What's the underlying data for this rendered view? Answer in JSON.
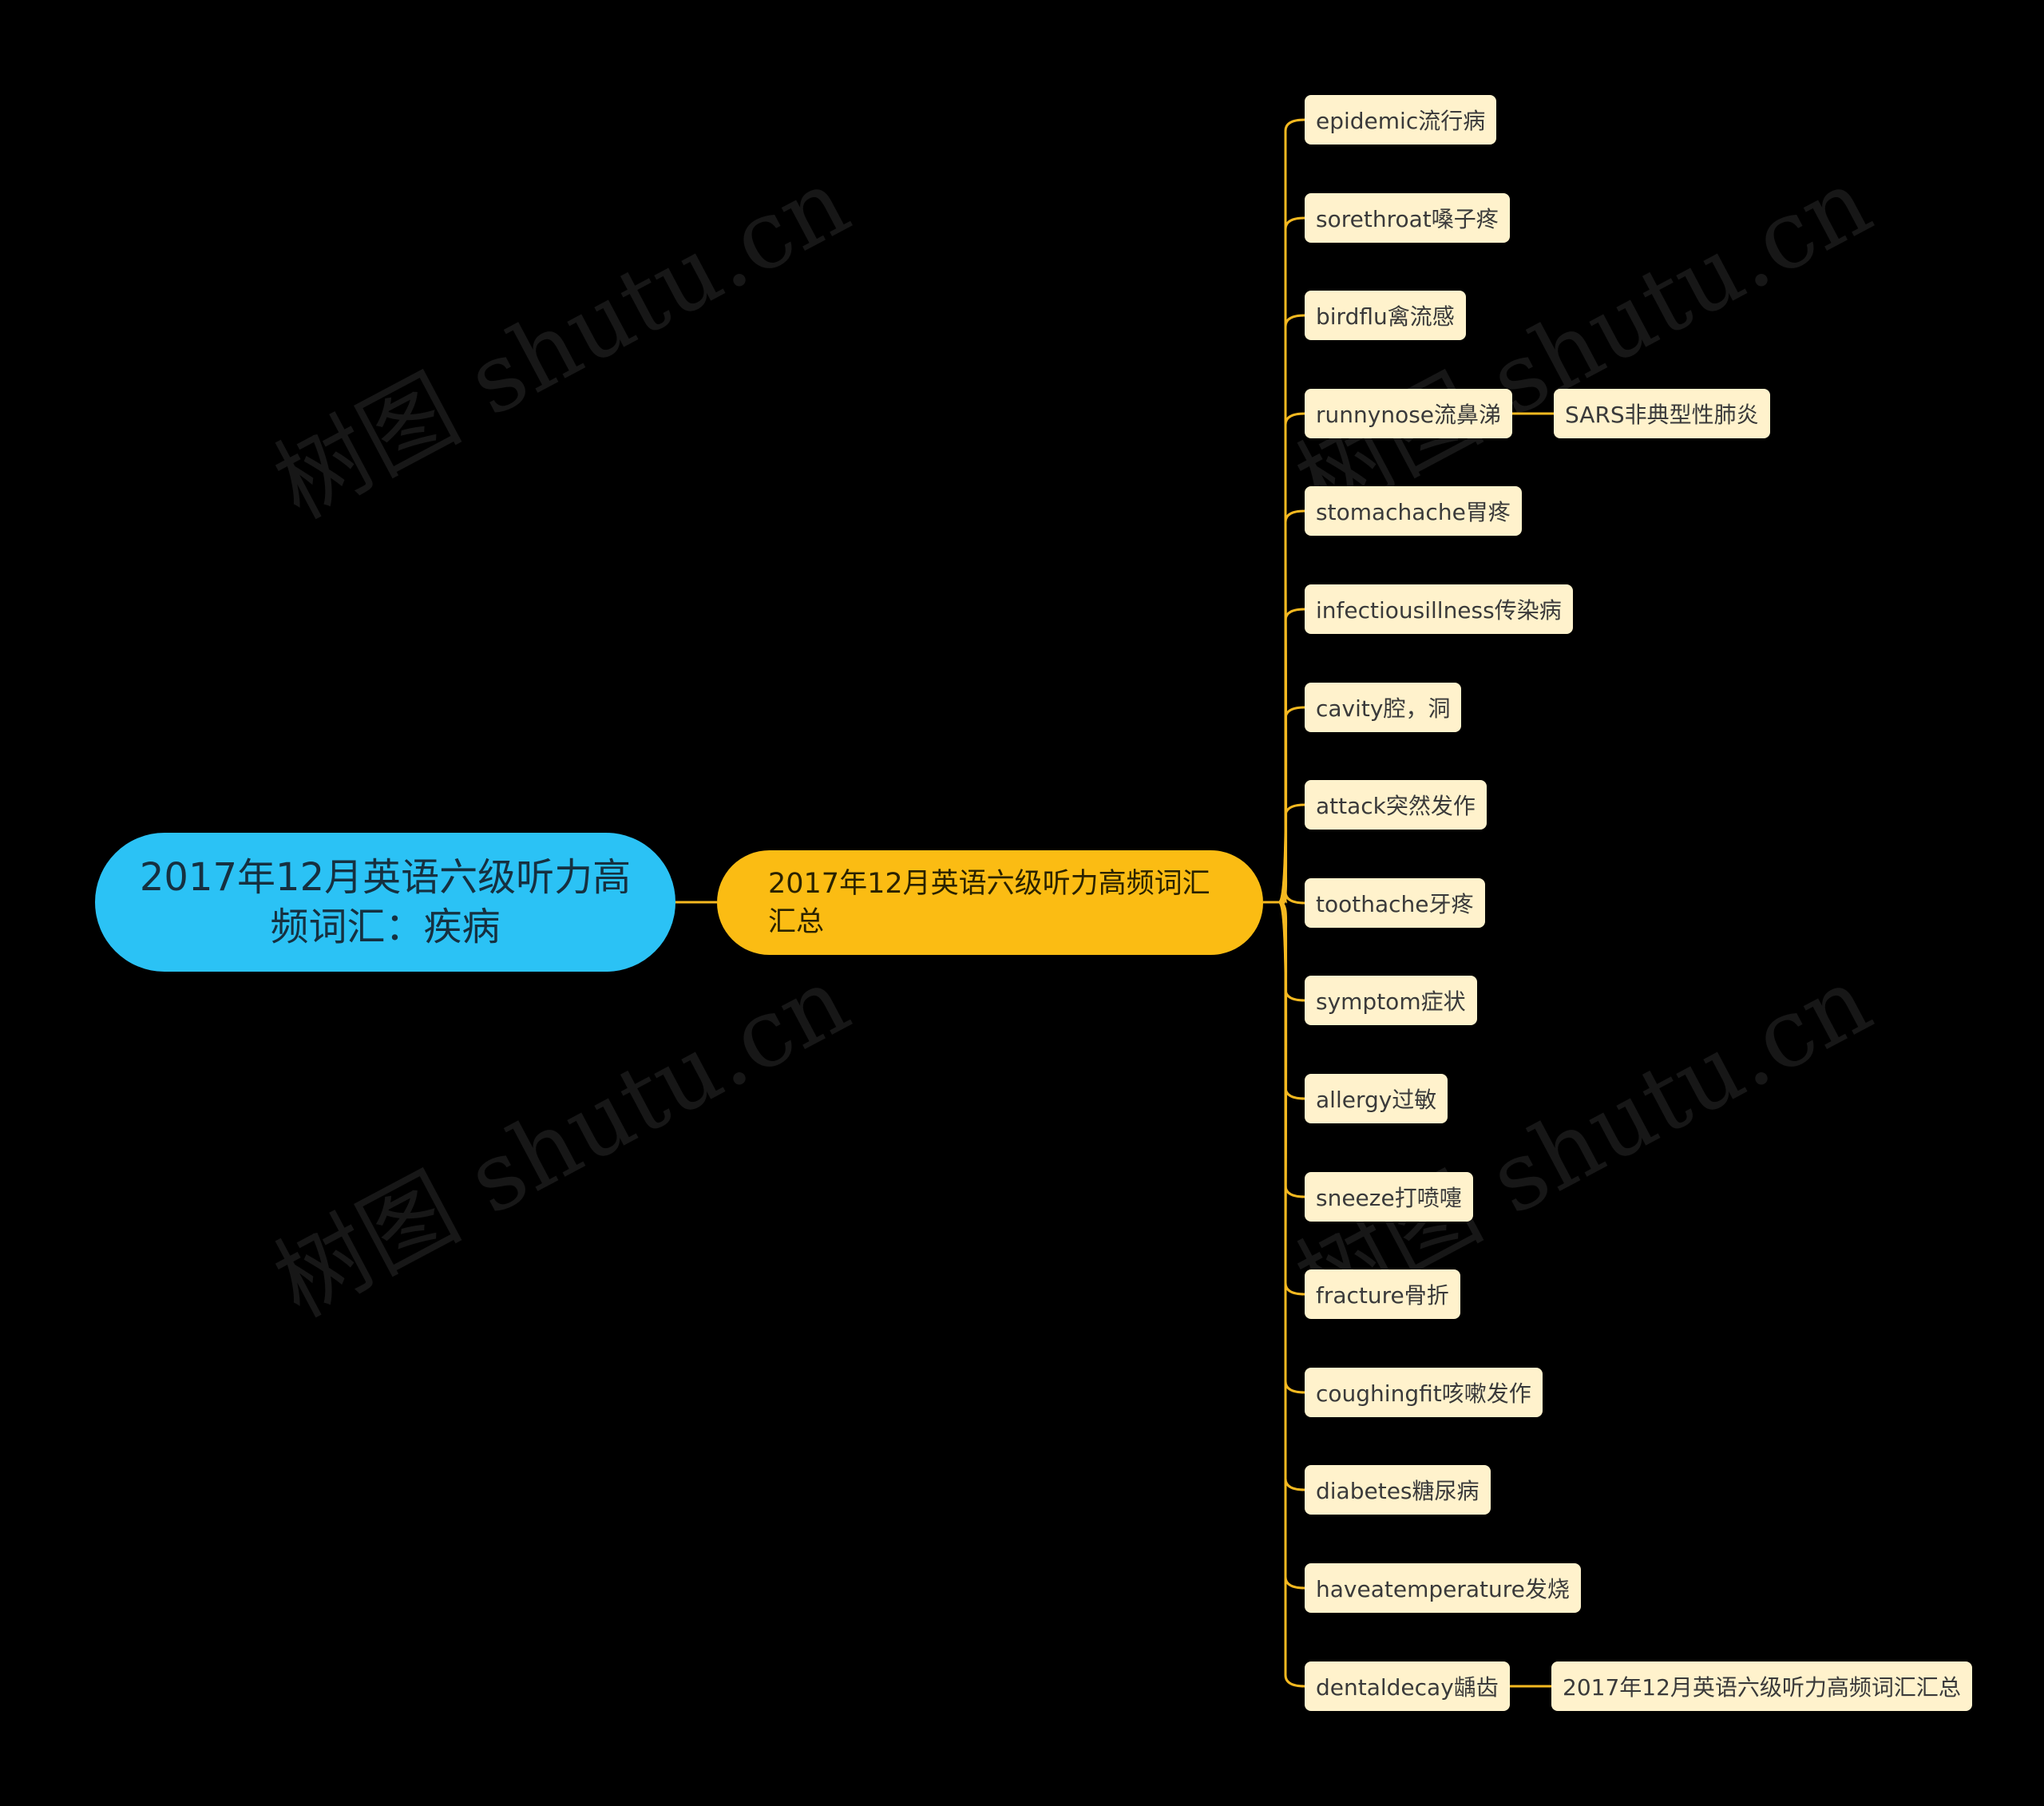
{
  "watermark": "树图 shutu.cn",
  "root": {
    "label": "2017年12月英语六级听力高频词汇：疾病"
  },
  "branch": {
    "label": "2017年12月英语六级听力高频词汇汇总"
  },
  "leaves": [
    {
      "label": "epidemic流行病"
    },
    {
      "label": "sorethroat嗓子疼"
    },
    {
      "label": "birdflu禽流感"
    },
    {
      "label": "runnynose流鼻涕",
      "child": "SARS非典型性肺炎"
    },
    {
      "label": "stomachache胃疼"
    },
    {
      "label": "infectiousillness传染病"
    },
    {
      "label": "cavity腔，洞"
    },
    {
      "label": "attack突然发作"
    },
    {
      "label": "toothache牙疼"
    },
    {
      "label": "symptom症状"
    },
    {
      "label": "allergy过敏"
    },
    {
      "label": "sneeze打喷嚏"
    },
    {
      "label": "fracture骨折"
    },
    {
      "label": "coughingfit咳嗽发作"
    },
    {
      "label": "diabetes糖尿病"
    },
    {
      "label": "haveatemperature发烧"
    },
    {
      "label": "dentaldecay龋齿",
      "child": "2017年12月英语六级听力高频词汇汇总"
    }
  ],
  "colors": {
    "root": "#2bc2f5",
    "branch": "#fbbc13",
    "leaf": "#fff2cc",
    "line": "#f5b920"
  }
}
